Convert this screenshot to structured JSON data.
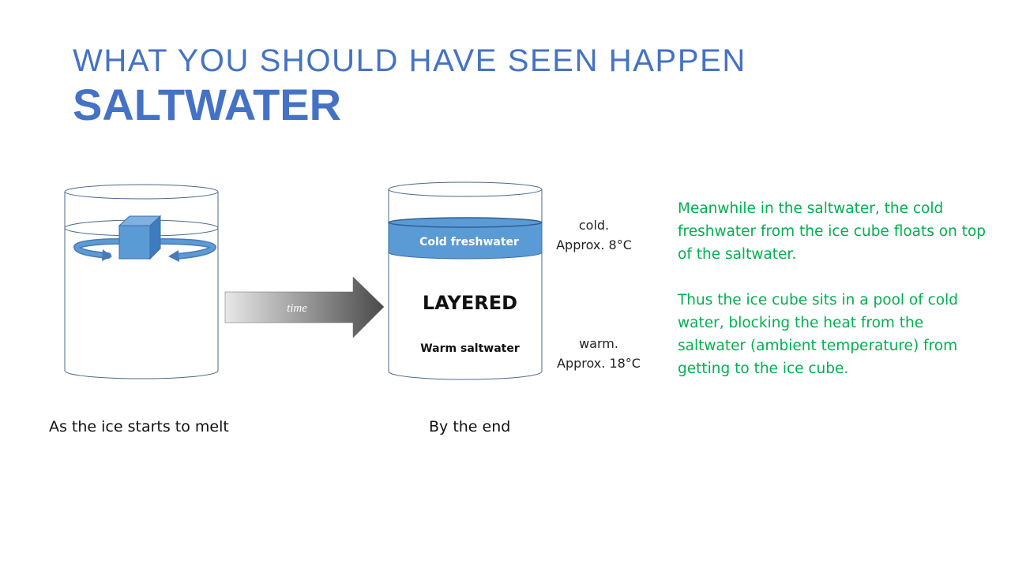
{
  "slide": {
    "title_line1": "WHAT YOU SHOULD HAVE SEEN HAPPEN",
    "title_line2": "SALTWATER"
  },
  "diagram": {
    "arrow_label": "time",
    "layer_top_label": "Cold freshwater",
    "layered_label": "LAYERED",
    "layer_bottom_label": "Warm saltwater",
    "caption_start": "As the ice starts to melt",
    "caption_end": "By the end",
    "cold_label": "cold.",
    "cold_temp": "Approx. 8°C",
    "warm_label": "warm.",
    "warm_temp": "Approx. 18°C"
  },
  "explanation": {
    "paragraph1": "Meanwhile in the saltwater, the cold freshwater from the ice cube floats on top of the saltwater.",
    "paragraph2": "Thus the ice cube sits in a pool of cold water, blocking the heat from the saltwater (ambient temperature) from getting to the ice cube."
  },
  "colors": {
    "title": "#4472C4",
    "ice_cube": "#5B9BD5",
    "freshwater_layer": "#5B9BD5",
    "explanation_text": "#00B050",
    "beaker_outline": "#4A6A8A"
  }
}
